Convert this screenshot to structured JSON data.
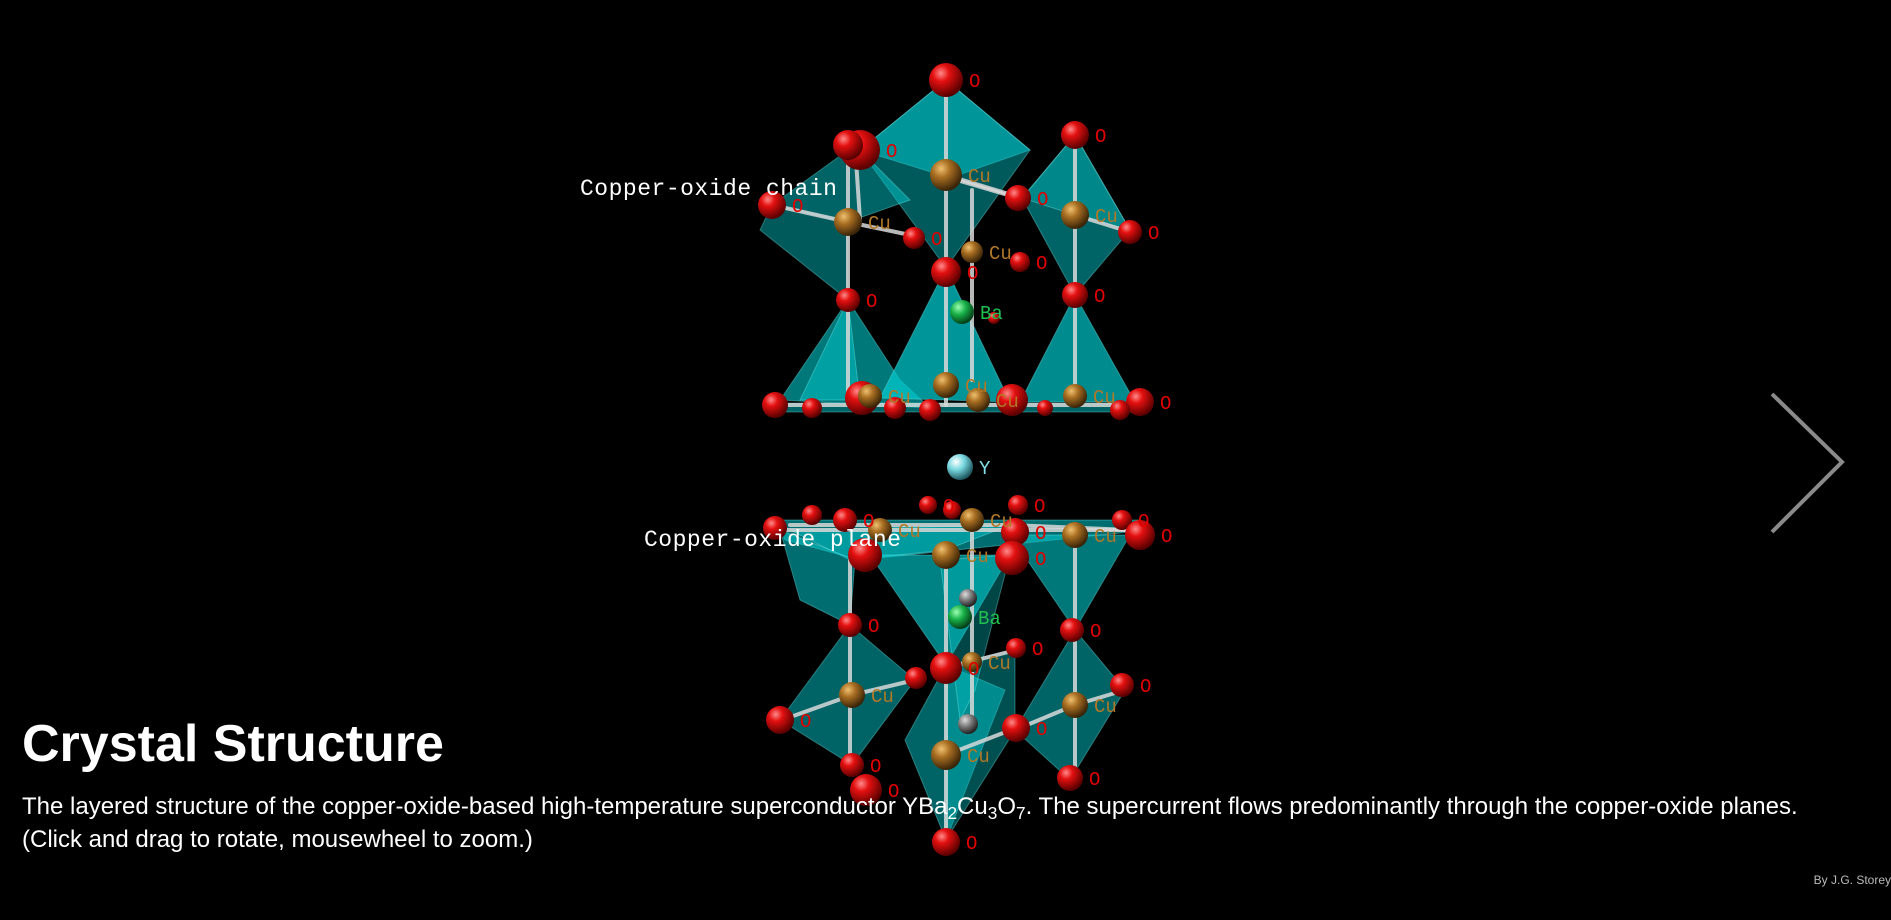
{
  "viewer": {
    "annotations": {
      "chain": "Copper-oxide chain",
      "plane": "Copper-oxide plane"
    },
    "atom_symbols": {
      "oxygen": "O",
      "copper": "Cu",
      "barium": "Ba",
      "yttrium": "Y"
    },
    "colors": {
      "background": "#000000",
      "polyhedron": "#00c8cc",
      "oxygen": "#e00000",
      "copper": "#b07828",
      "barium": "#20c050",
      "yttrium": "#80e0e8",
      "bond": "#d8d8d8"
    }
  },
  "navigation": {
    "next_icon": "chevron-right-icon"
  },
  "caption": {
    "title": "Crystal Structure",
    "text_before": "The layered structure of the copper-oxide-based high-temperature superconductor ",
    "formula": {
      "y": "Y",
      "ba": "Ba",
      "ba_sub": "2",
      "cu": "Cu",
      "cu_sub": "3",
      "o": "O",
      "o_sub": "7"
    },
    "text_after": ". The supercurrent flows predominantly through the copper-oxide planes. (Click and drag to rotate, mousewheel to zoom.)"
  },
  "credit": "By J.G. Storey"
}
